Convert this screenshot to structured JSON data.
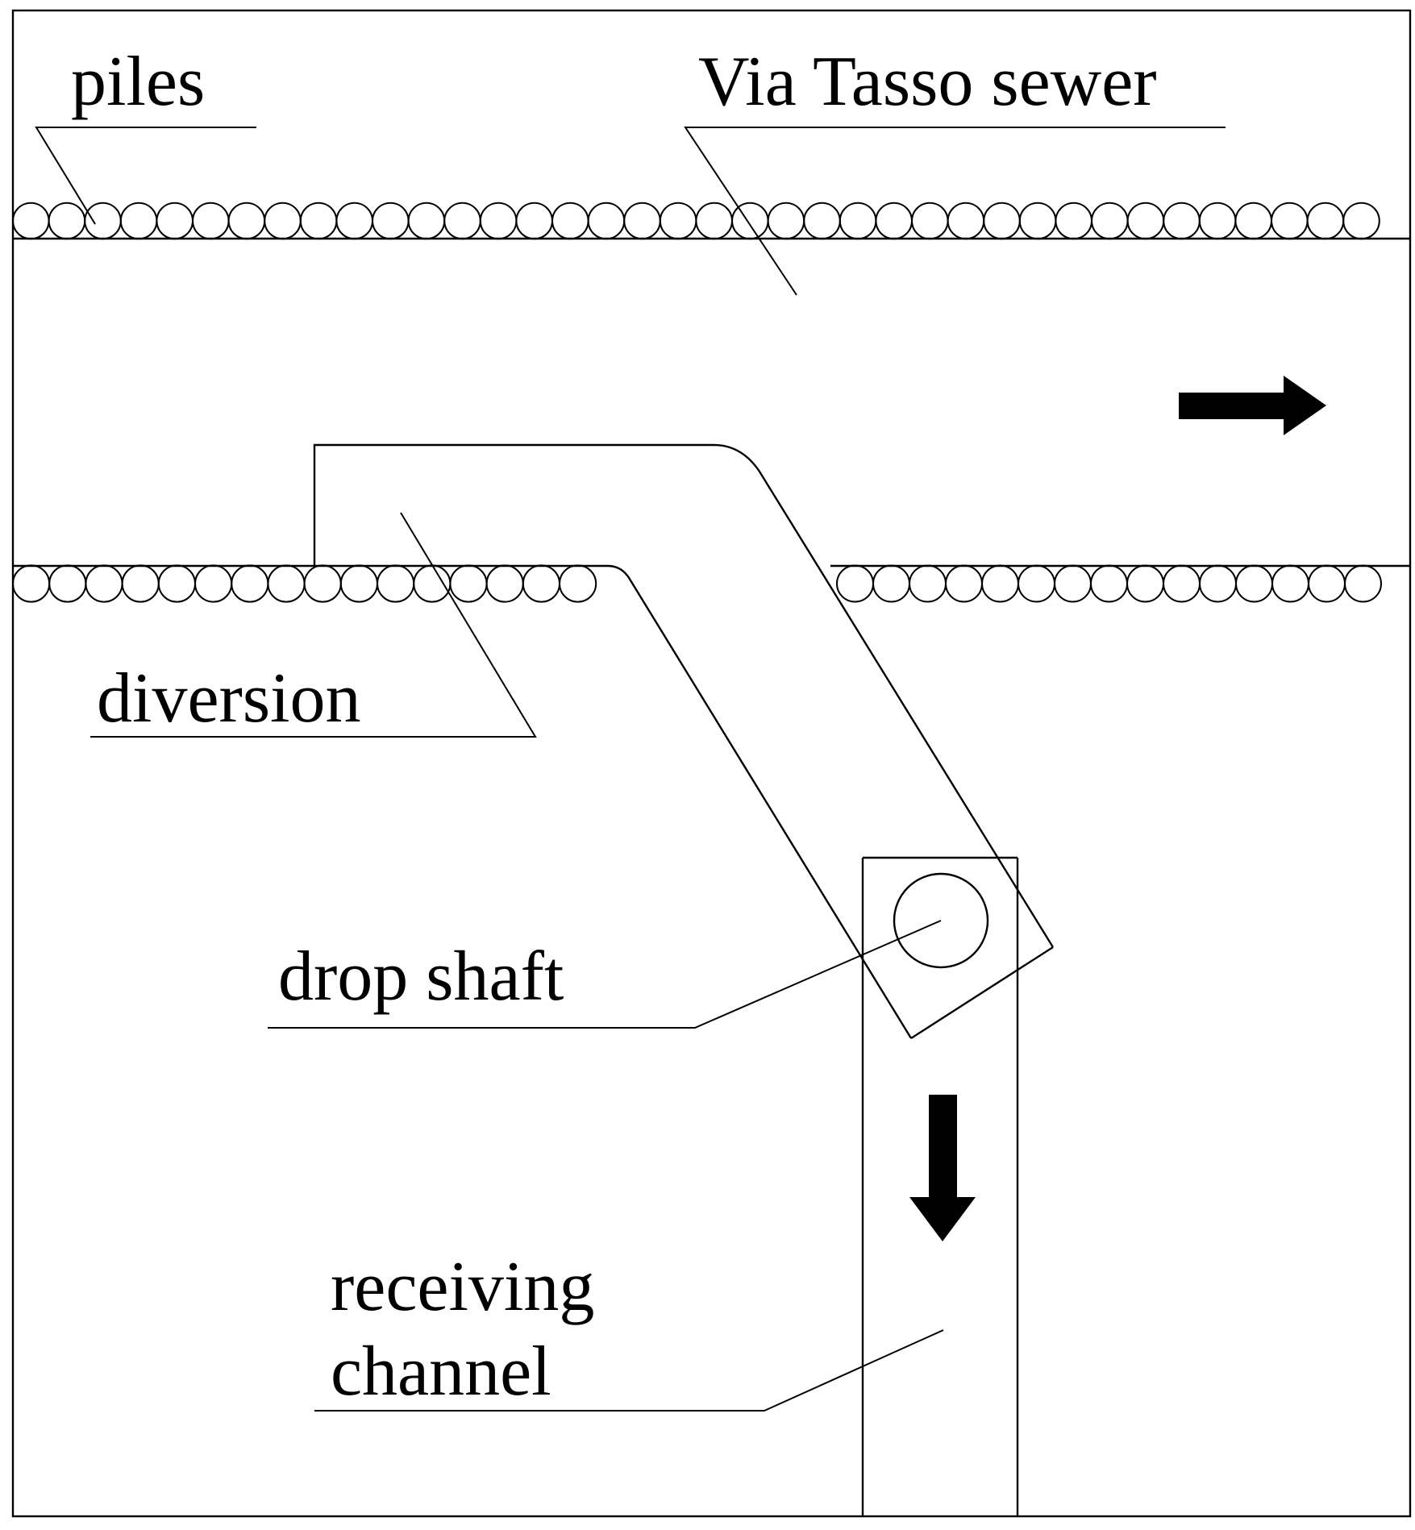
{
  "labels": {
    "piles": "piles",
    "sewer": "Via Tasso sewer",
    "diversion": "diversion",
    "drop_shaft": "drop shaft",
    "receiving_line1": "receiving",
    "receiving_line2": "channel"
  },
  "flow_arrows": [
    {
      "name": "sewer-flow",
      "direction": "right"
    },
    {
      "name": "channel-flow",
      "direction": "down"
    }
  ],
  "colors": {
    "line": "#000000",
    "background": "#ffffff"
  }
}
